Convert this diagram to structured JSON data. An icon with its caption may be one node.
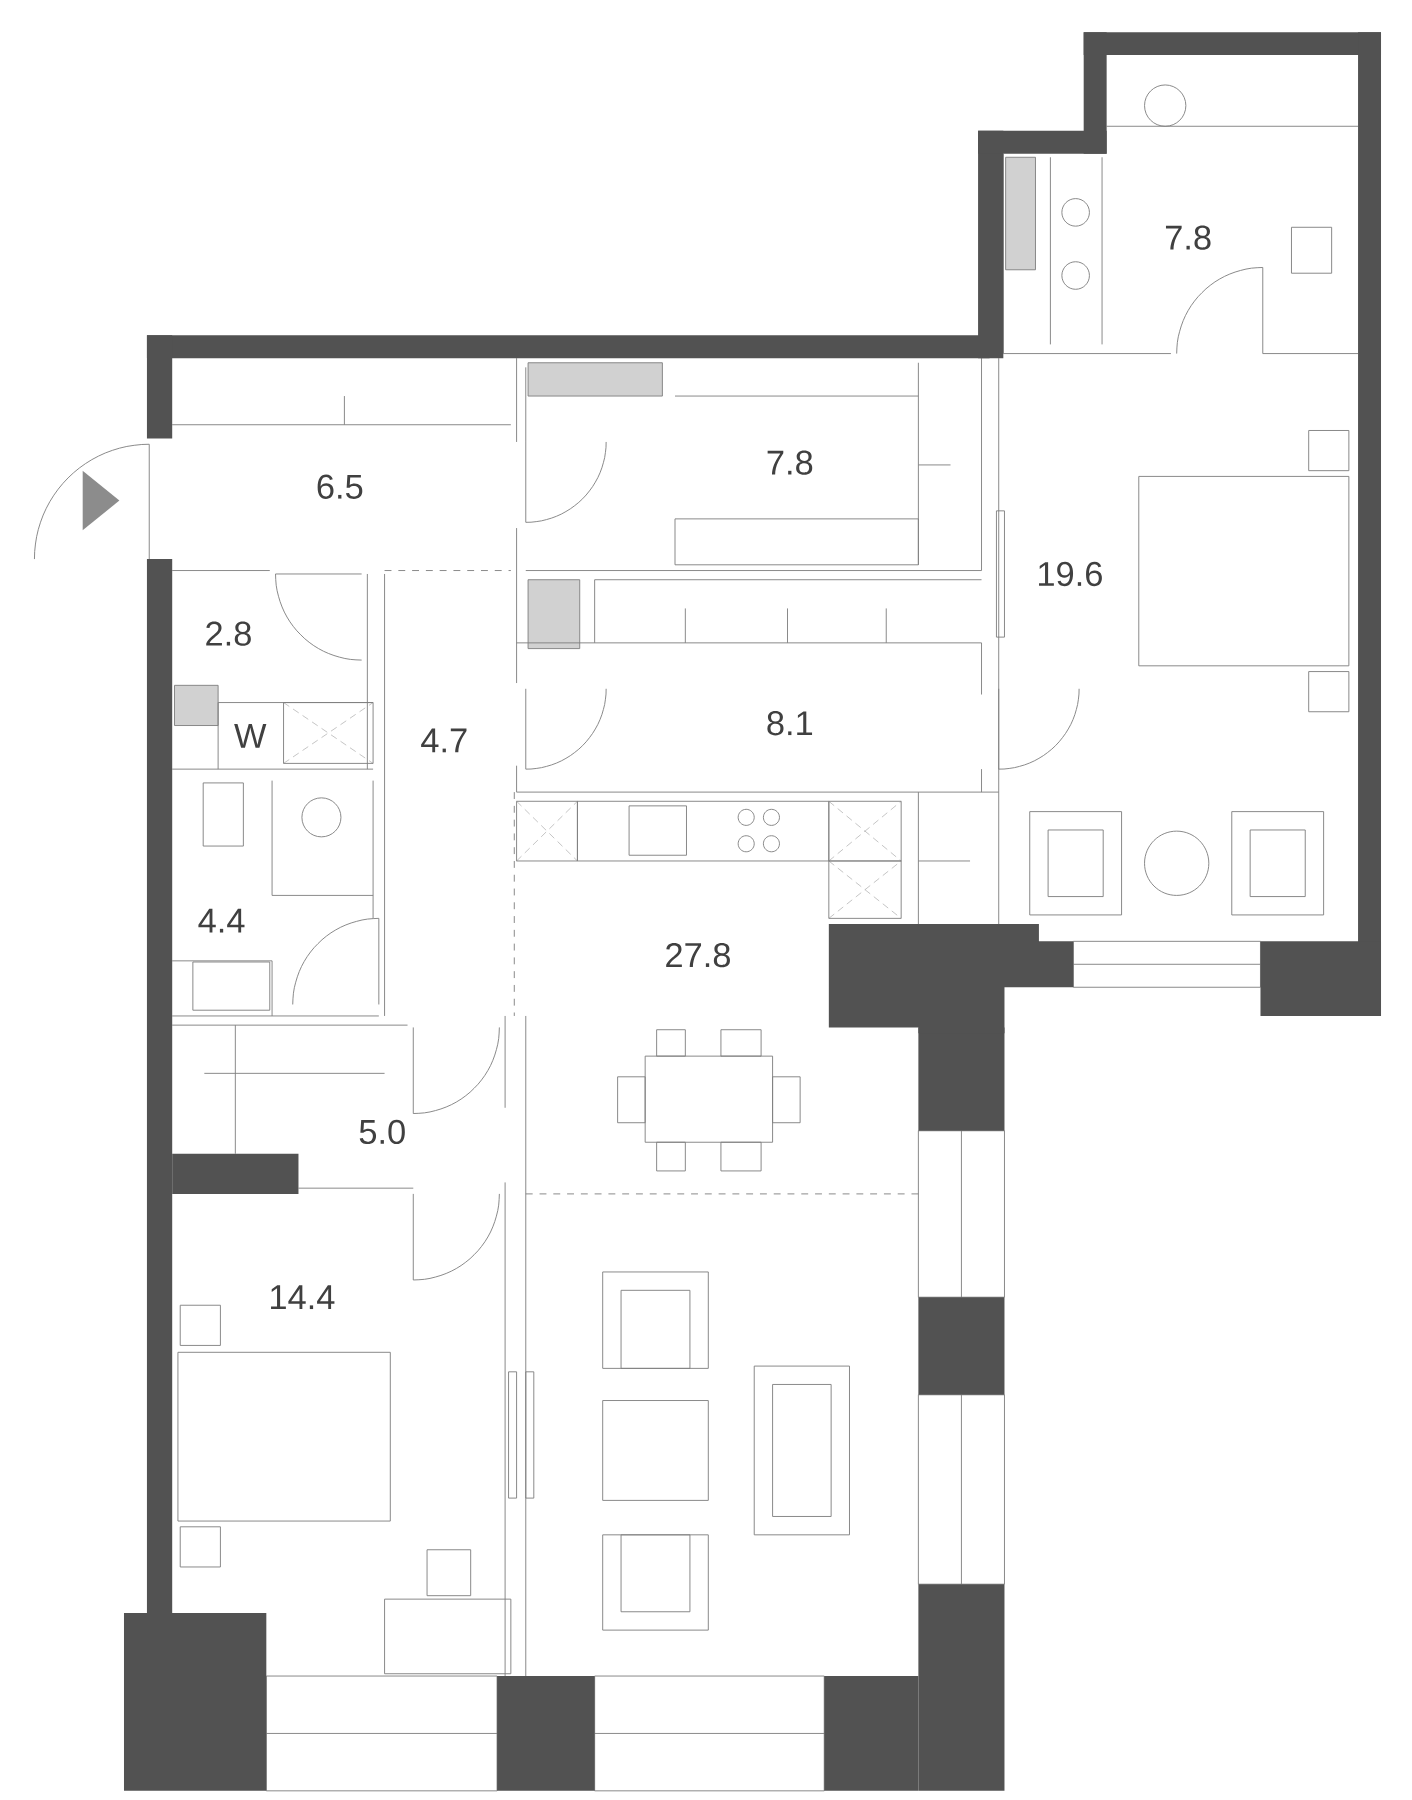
{
  "diagram": {
    "labels": [
      "7.8",
      "7.8",
      "6.5",
      "19.6",
      "2.8",
      "8.1",
      "W",
      "4.7",
      "4.4",
      "27.8",
      "5.0",
      "14.4"
    ]
  }
}
